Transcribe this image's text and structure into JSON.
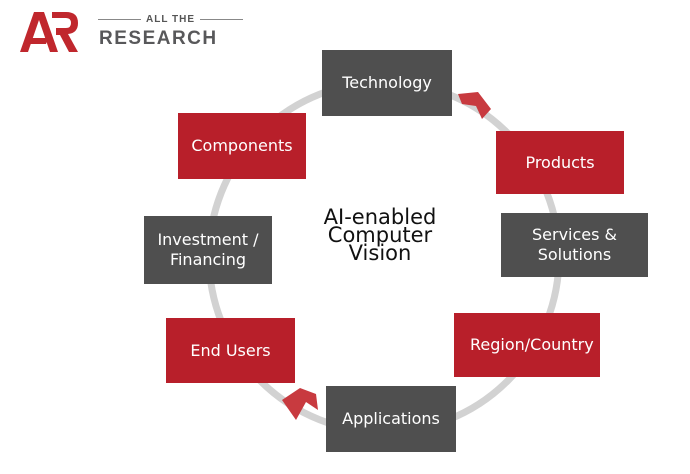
{
  "logo": {
    "top_text": "ALL THE",
    "bottom_text": "RESEARCH",
    "mark_text": "AR",
    "mark_color": "#c0272d"
  },
  "diagram": {
    "center_lines": [
      "AI-enabled",
      "Computer",
      "Vision"
    ],
    "nodes": [
      {
        "id": "technology",
        "label": "Technology",
        "color": "gray"
      },
      {
        "id": "products",
        "label": "Products",
        "color": "red"
      },
      {
        "id": "services",
        "label": "Services & Solutions",
        "color": "gray"
      },
      {
        "id": "region",
        "label": "Region/Country",
        "color": "red"
      },
      {
        "id": "applications",
        "label": "Applications",
        "color": "gray"
      },
      {
        "id": "end-users",
        "label": "End Users",
        "color": "red"
      },
      {
        "id": "investment",
        "label": "Investment / Financing",
        "color": "gray"
      },
      {
        "id": "components",
        "label": "Components",
        "color": "red"
      }
    ],
    "colors": {
      "red": "#b81f2a",
      "gray": "#4f4f4f",
      "ring": "#d2d2d2"
    }
  }
}
